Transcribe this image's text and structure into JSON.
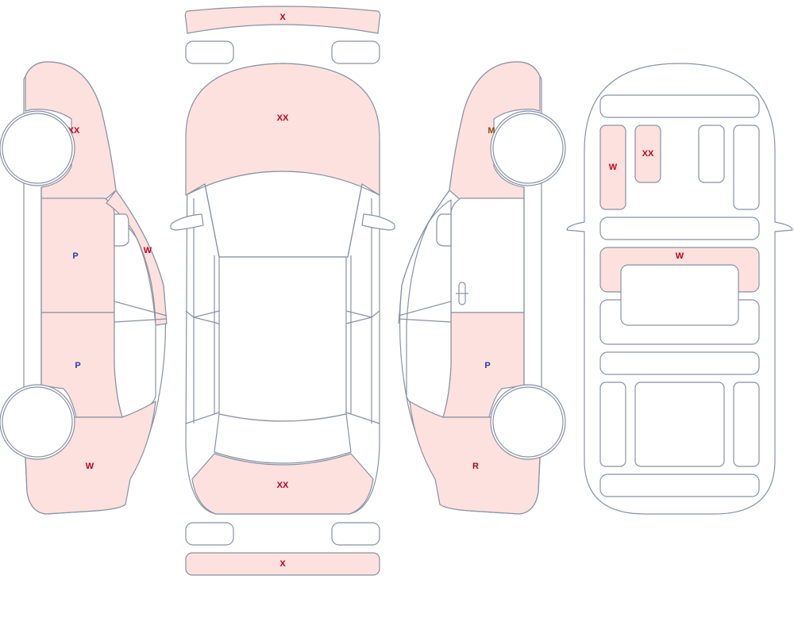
{
  "colors": {
    "damage_fill": "#fde1de",
    "outline": "#8891a3",
    "code_red": "#c0001a",
    "code_blue": "#1f3fb0",
    "code_brown": "#8a4a10",
    "code_dark_red": "#a01020"
  },
  "panels": {
    "front_bumper": {
      "code": "X",
      "color": "#c0001a"
    },
    "hood": {
      "code": "XX",
      "color": "#c0001a"
    },
    "trunk_lid": {
      "code": "XX",
      "color": "#c0001a"
    },
    "rear_bumper": {
      "code": "X",
      "color": "#c0001a"
    },
    "left_front_fender": {
      "code": "XX",
      "color": "#c0001a"
    },
    "left_front_door": {
      "code": "P",
      "color": "#1f3fb0"
    },
    "left_rear_door": {
      "code": "P",
      "color": "#1f3fb0"
    },
    "left_windshield_pillar": {
      "code": "W",
      "color": "#c0001a"
    },
    "left_rear_quarter": {
      "code": "W",
      "color": "#c0001a"
    },
    "right_front_fender": {
      "code": "M",
      "color": "#8a4a10"
    },
    "right_rear_door": {
      "code": "P",
      "color": "#1f3fb0"
    },
    "right_rear_quarter": {
      "code": "R",
      "color": "#a01020"
    },
    "underbody_left_rail": {
      "code": "W",
      "color": "#c0001a"
    },
    "underbody_front_member": {
      "code": "XX",
      "color": "#c0001a"
    },
    "underbody_crossmember": {
      "code": "W",
      "color": "#c0001a"
    }
  }
}
